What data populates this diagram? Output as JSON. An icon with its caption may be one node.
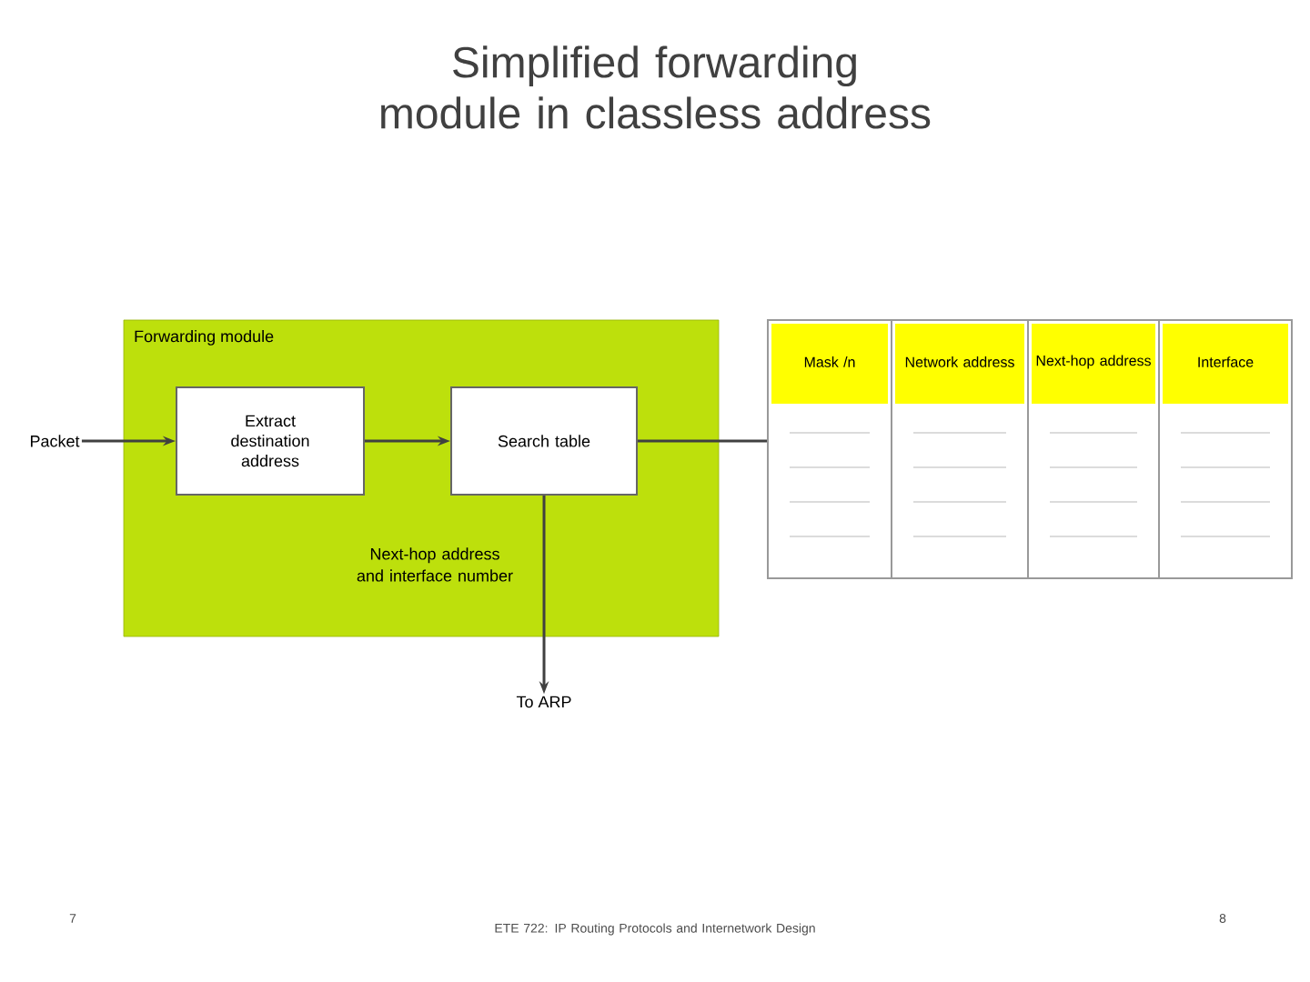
{
  "diagram": {
    "title": "Simplified forwarding module in classless address",
    "nodes": [
      {
        "text": [
          "Forwarding module"
        ]
      },
      {
        "text": [
          "Extract destination address"
        ],
        "in": 0
      },
      {
        "text": [
          "Search table"
        ],
        "in": 0
      },
      {
        "text": [
          "Mask /n",
          "Network address",
          "Next-hop address",
          "Interface"
        ]
      },
      {
        "text": [
          "Packet"
        ]
      },
      {
        "text": [
          "To ARP"
        ]
      }
    ],
    "edges": [
      {
        "from": 4,
        "to": 1,
        "arrow": "to"
      },
      {
        "from": 1,
        "to": 2,
        "arrow": "to"
      },
      {
        "from": 2,
        "to": 3,
        "arrow": "none"
      },
      {
        "from": 2,
        "to": 5,
        "arrow": "to",
        "label": "Next-hop address and interface number"
      }
    ],
    "labels": [
      "7",
      "ETE 722: IP Routing Protocols and Internetwork Design",
      "8"
    ]
  }
}
